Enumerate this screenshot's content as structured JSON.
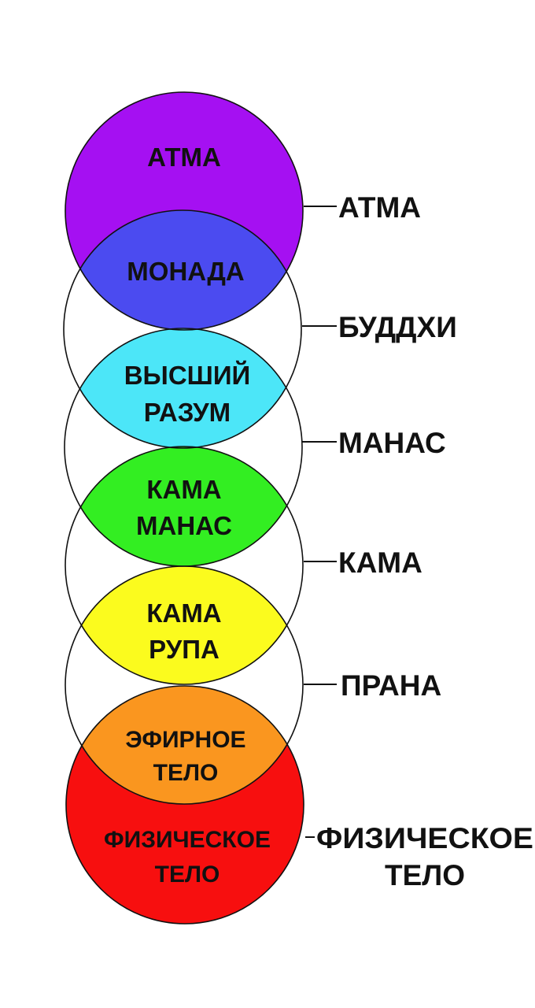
{
  "colors": {
    "atma": "#a510f2",
    "monada": "#4b4bf0",
    "higher_mind": "#4ce6f8",
    "kama_manas": "#33ee22",
    "kama_rupa": "#fbfb1e",
    "etheric": "#fa961f",
    "physical": "#f70f0f",
    "outline": "#111111"
  },
  "inner_labels": {
    "atma": "АТМА",
    "monada": "МОНАДА",
    "higher_mind_1": "ВЫСШИЙ",
    "higher_mind_2": "РАЗУМ",
    "kama_manas_1": "КАМА",
    "kama_manas_2": "МАНАС",
    "kama_rupa_1": "КАМА",
    "kama_rupa_2": "РУПА",
    "etheric_1": "ЭФИРНОЕ",
    "etheric_2": "ТЕЛО",
    "physical_1": "ФИЗИЧЕСКОЕ",
    "physical_2": "ТЕЛО"
  },
  "side_labels": {
    "atma": "АТМА",
    "buddhi": "БУДДХИ",
    "manas": "МАНАС",
    "kama": "КАМА",
    "prana": "ПРАНА",
    "physical_1": "ФИЗИЧЕСКОЕ",
    "physical_2": "ТЕЛО"
  }
}
